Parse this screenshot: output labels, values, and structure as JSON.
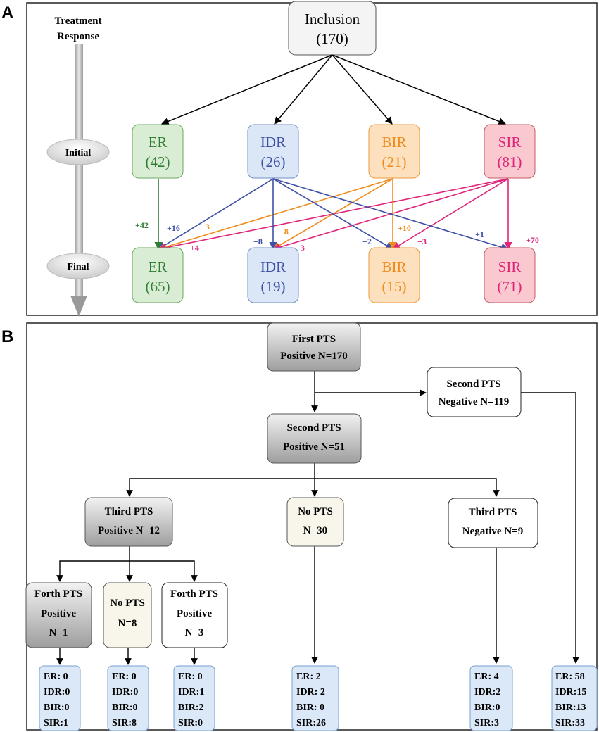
{
  "panel_a": {
    "letter": "A",
    "axis": {
      "line1": "Treatment",
      "line2": "Response",
      "initial": "Initial",
      "final": "Final"
    },
    "inclusion": {
      "label": "Inclusion",
      "count": "(170)"
    },
    "colors": {
      "ER": "#2e7d32",
      "IDR": "#3f51a5",
      "BIR": "#ef8c1e",
      "SIR": "#e0247a"
    },
    "initial": [
      {
        "name": "ER",
        "count": "(42)"
      },
      {
        "name": "IDR",
        "count": "(26)"
      },
      {
        "name": "BIR",
        "count": "(21)"
      },
      {
        "name": "SIR",
        "count": "(81)"
      }
    ],
    "final": [
      {
        "name": "ER",
        "count": "(65)"
      },
      {
        "name": "IDR",
        "count": "(19)"
      },
      {
        "name": "BIR",
        "count": "(15)"
      },
      {
        "name": "SIR",
        "count": "(71)"
      }
    ],
    "transitions": [
      {
        "from": "ER",
        "to": "ER",
        "label": "+42"
      },
      {
        "from": "IDR",
        "to": "ER",
        "label": "+16"
      },
      {
        "from": "BIR",
        "to": "ER",
        "label": "+3"
      },
      {
        "from": "SIR",
        "to": "ER",
        "label": "+4"
      },
      {
        "from": "IDR",
        "to": "IDR",
        "label": "+8"
      },
      {
        "from": "BIR",
        "to": "IDR",
        "label": "+8"
      },
      {
        "from": "SIR",
        "to": "IDR",
        "label": "+3"
      },
      {
        "from": "IDR",
        "to": "BIR",
        "label": "+2"
      },
      {
        "from": "BIR",
        "to": "BIR",
        "label": "+10"
      },
      {
        "from": "SIR",
        "to": "BIR",
        "label": "+3"
      },
      {
        "from": "IDR",
        "to": "SIR",
        "label": "+1"
      },
      {
        "from": "SIR",
        "to": "SIR",
        "label": "+70"
      }
    ]
  },
  "panel_b": {
    "letter": "B",
    "first": {
      "line1": "First PTS",
      "line2": "Positive N=170"
    },
    "second_neg": {
      "line1": "Second PTS",
      "line2": "Negative N=119"
    },
    "second_pos": {
      "line1": "Second PTS",
      "line2": "Positive N=51"
    },
    "third_pos": {
      "line1": "Third PTS",
      "line2": "Positive N=12"
    },
    "no_pts_30": {
      "line1": "No PTS",
      "line2": "N=30"
    },
    "third_neg": {
      "line1": "Third PTS",
      "line2": "Negative N=9"
    },
    "forth_pos_1": {
      "line1": "Forth PTS",
      "line2": "Positive",
      "line3": "N=1"
    },
    "no_pts_8": {
      "line1": "No PTS",
      "line2": "N=8"
    },
    "forth_pos_3": {
      "line1": "Forth PTS",
      "line2": "Positive",
      "line3": "N=3"
    },
    "results": [
      [
        "ER: 0",
        "IDR:0",
        "BIR:0",
        "SIR:1"
      ],
      [
        "ER: 0",
        "IDR:0",
        "BIR:0",
        "SIR:8"
      ],
      [
        "ER: 0",
        "IDR:1",
        "BIR:2",
        "SIR:0"
      ],
      [
        "ER:  2",
        "IDR: 2",
        "BIR: 0",
        "SIR:26"
      ],
      [
        "ER: 4",
        "IDR:2",
        "BIR:0",
        "SIR:3"
      ],
      [
        "ER: 58",
        "IDR:15",
        "BIR:13",
        "SIR:33"
      ]
    ]
  }
}
